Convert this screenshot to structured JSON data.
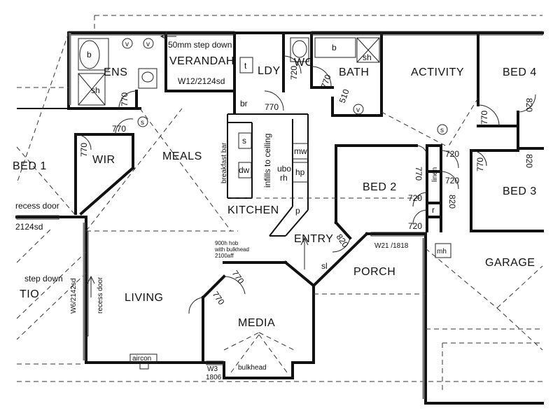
{
  "rooms": {
    "ens": "ENS",
    "verandah": "VERANDAH",
    "ldy": "LDY",
    "wc": "WC",
    "bath": "BATH",
    "activity": "ACTIVITY",
    "bed4": "BED 4",
    "bed1": "BED 1",
    "wir": "WIR",
    "meals": "MEALS",
    "kitchen": "KITCHEN",
    "bed2": "BED 2",
    "bed3": "BED 3",
    "entry": "ENTRY",
    "porch": "PORCH",
    "garage": "GARAGE",
    "living": "LIVING",
    "media": "MEDIA",
    "patio": "TIO"
  },
  "notes": {
    "step_down_verandah": "50mm step down",
    "window_verandah": "W12/2124sd",
    "breakfast_bar": "breakfast bar",
    "infills": "infills to ceiling",
    "hob_line1": "900h hob",
    "hob_line2": "with bulkhead",
    "hob_line3": "2100aff",
    "window_porch": "W21 /1818",
    "window_living": "W6/2142sd",
    "recess_door_living": "recess door",
    "recess_door_bed1": "recess door",
    "window_bed1": "2124sd",
    "step_down_patio": "step down",
    "aircon": "aircon",
    "bulkhead": "bulkhead",
    "window_media": "W3",
    "window_media_size": "1806"
  },
  "fixtures": {
    "b": "b",
    "b2": "b",
    "v": "v",
    "sh": "sh",
    "br": "br",
    "t": "t",
    "s": "s",
    "dw": "dw",
    "mw": "mw",
    "ubo": "ubo",
    "rh": "rh",
    "hp": "hp",
    "p": "p",
    "r": "r",
    "sl": "sl",
    "mh": "mh",
    "linen": "linen"
  },
  "door_sizes": {
    "d770": "770",
    "d720": "720",
    "d820": "820",
    "d510": "510"
  }
}
